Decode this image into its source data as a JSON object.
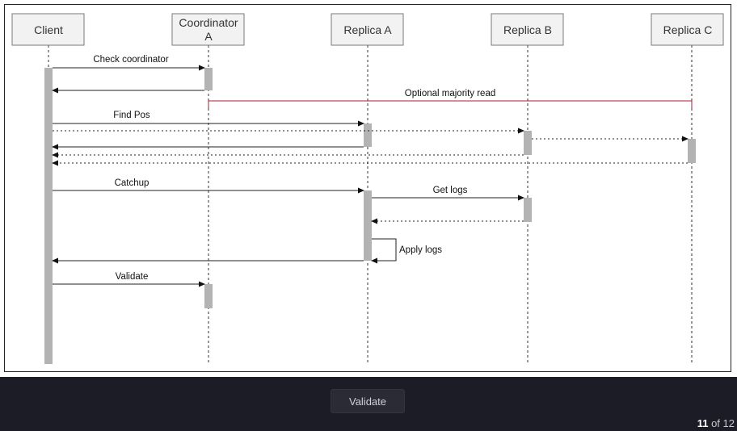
{
  "diagram": {
    "actors": {
      "client": "Client",
      "coordinator_line1": "Coordinator",
      "coordinator_line2": "A",
      "replica_a": "Replica A",
      "replica_b": "Replica B",
      "replica_c": "Replica C"
    },
    "messages": {
      "check_coordinator": "Check coordinator",
      "optional_majority_read": "Optional majority read",
      "find_pos": "Find Pos",
      "catchup": "Catchup",
      "get_logs": "Get logs",
      "apply_logs": "Apply logs",
      "validate": "Validate"
    },
    "colors": {
      "majority_read_line": "#b01c2e",
      "activation": "#b3b3b3",
      "actor_fill": "#f2f2f2"
    }
  },
  "controls": {
    "validate_button": "Validate"
  },
  "pager": {
    "current": "11",
    "of_label": "of",
    "total": "12"
  }
}
